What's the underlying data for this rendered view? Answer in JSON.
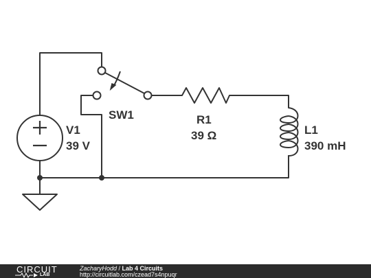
{
  "components": {
    "source": {
      "name": "V1",
      "value": "39 V"
    },
    "switch": {
      "name": "SW1"
    },
    "resistor": {
      "name": "R1",
      "value": "39 Ω"
    },
    "inductor": {
      "name": "L1",
      "value": "390 mH"
    }
  },
  "footer": {
    "logo_top": "CIRCUIT",
    "logo_bottom": "LAB",
    "author": "ZacharyHodd",
    "separator": " / ",
    "title": "Lab 4 Circuits",
    "url": "http://circuitlab.com/czead7s4npuqr"
  },
  "colors": {
    "wire": "#333333",
    "footer_bg": "#2b2b2b",
    "footer_text": "#ffffff"
  }
}
